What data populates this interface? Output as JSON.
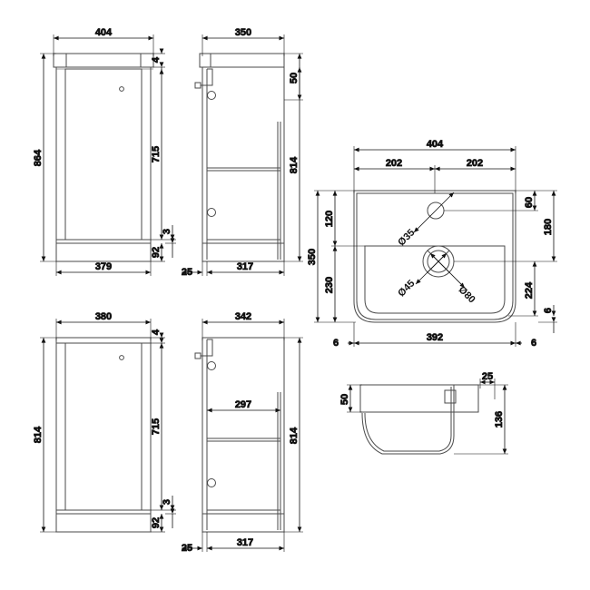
{
  "document": {
    "type": "technical-dimension-drawing",
    "subject": "Floor standing vanity unit with basin",
    "units": "mm",
    "background_color": "#ffffff",
    "line_color": "#4a4a4a",
    "dimension_color": "#111111"
  },
  "views": {
    "front_elevation_with_basin": {
      "name": "Front elevation (unit with basin top)",
      "dimensions": {
        "top_width": "404",
        "basin_thickness": "4",
        "overall_height": "864",
        "door_height": "715",
        "plinth_height": "92",
        "gap": "3",
        "body_width": "379"
      }
    },
    "side_elevation_with_basin": {
      "name": "Side elevation (unit with basin top)",
      "dimensions": {
        "top_depth": "350",
        "basin_front_height": "50",
        "unit_height": "814",
        "plinth_setback": "25",
        "body_depth": "317"
      }
    },
    "front_elevation_unit": {
      "name": "Front elevation (unit only)",
      "dimensions": {
        "top_width": "380",
        "top_thickness": "4",
        "overall_height": "814",
        "door_height": "715",
        "plinth_height": "92",
        "gap": "3"
      }
    },
    "side_elevation_unit": {
      "name": "Side elevation (unit only)",
      "dimensions": {
        "top_depth": "342",
        "internal_shelf": "297",
        "unit_height": "814",
        "plinth_setback": "25",
        "body_depth": "317"
      }
    },
    "basin_plan": {
      "name": "Basin plan view",
      "dimensions": {
        "overall_width": "404",
        "half_left": "202",
        "half_right": "202",
        "overall_depth": "350",
        "rear_to_bowl": "120",
        "bowl_depth": "230",
        "tap_hole_from_rear": "60",
        "bowl_centre_from_rear": "180",
        "bowl_centre_from_front": "224",
        "front_lip_left": "6",
        "front_lip_right": "6",
        "front_edge_offset": "6",
        "inner_width": "392"
      },
      "holes": {
        "tap_hole_dia": "Ø35",
        "waste_inner_dia": "Ø45",
        "waste_outer_dia": "Ø80"
      }
    },
    "basin_side": {
      "name": "Basin side section",
      "dimensions": {
        "rim_height": "50",
        "rear_upstand": "25",
        "overall_height": "136"
      }
    }
  },
  "labels": {
    "v1_404": "404",
    "v1_4": "4",
    "v1_864": "864",
    "v1_715": "715",
    "v1_92": "92",
    "v1_3": "3",
    "v1_379": "379",
    "v2_350": "350",
    "v2_50": "50",
    "v2_814": "814",
    "v2_25": "25",
    "v2_317": "317",
    "v3_380": "380",
    "v3_4": "4",
    "v3_814": "814",
    "v3_715": "715",
    "v3_92": "92",
    "v3_3": "3",
    "v4_342": "342",
    "v4_297": "297",
    "v4_814": "814",
    "v4_25": "25",
    "v4_317": "317",
    "p_404": "404",
    "p_202a": "202",
    "p_202b": "202",
    "p_350": "350",
    "p_120": "120",
    "p_230": "230",
    "p_60": "60",
    "p_180": "180",
    "p_224": "224",
    "p_6a": "6",
    "p_6b": "6",
    "p_6c": "6",
    "p_392": "392",
    "p_d35": "Ø35",
    "p_d45": "Ø45",
    "p_d80": "Ø80",
    "s_25": "25",
    "s_50": "50",
    "s_136": "136"
  }
}
